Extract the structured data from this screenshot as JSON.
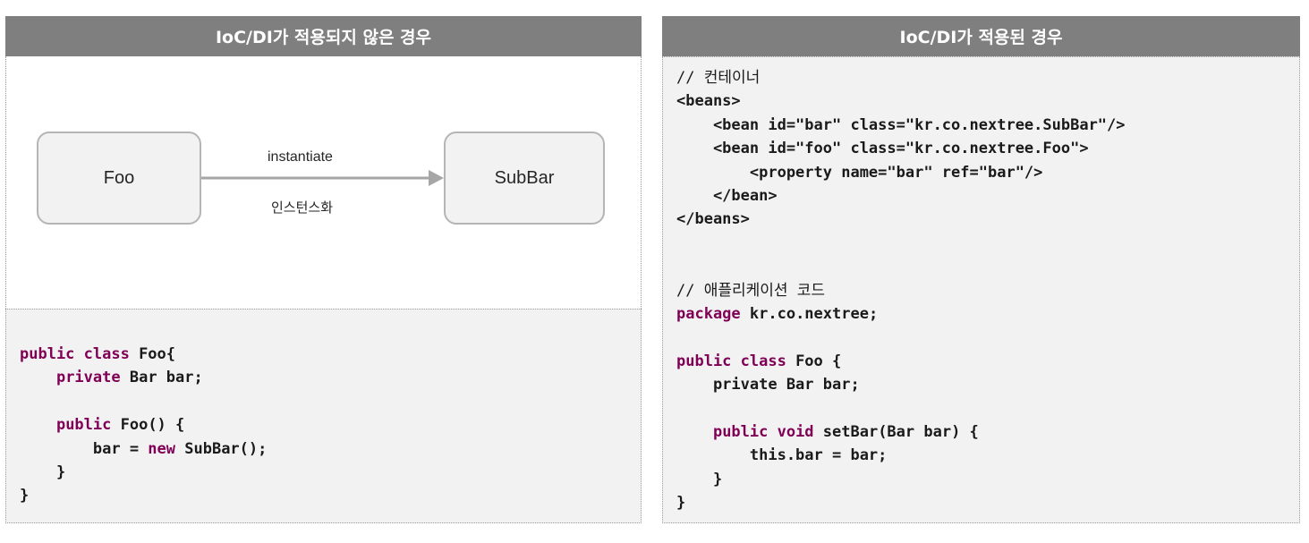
{
  "left_panel": {
    "title": "IoC/DI가 적용되지 않은 경우",
    "diagram": {
      "source_box": "Foo",
      "target_box": "SubBar",
      "arrow_label_top": "instantiate",
      "arrow_label_bottom": "인스턴스화"
    },
    "code_lines": [
      [
        "kw:public class ",
        "Foo{"
      ],
      [
        "    ",
        "kw:private ",
        "Bar bar;"
      ],
      [
        ""
      ],
      [
        "    ",
        "kw:public ",
        "Foo() {"
      ],
      [
        "        bar = ",
        "kw:new ",
        "SubBar();"
      ],
      [
        "    }"
      ],
      [
        "}"
      ]
    ]
  },
  "right_panel": {
    "title": "IoC/DI가 적용된 경우",
    "code_lines": [
      [
        "cm:// 컨테이너"
      ],
      [
        "<beans>"
      ],
      [
        "    <bean id=\"bar\" class=\"kr.co.nextree.SubBar\"/>"
      ],
      [
        "    <bean id=\"foo\" class=\"kr.co.nextree.Foo\">"
      ],
      [
        "        <property name=\"bar\" ref=\"bar\"/>"
      ],
      [
        "    </bean>"
      ],
      [
        "</beans>"
      ],
      [
        ""
      ],
      [
        ""
      ],
      [
        "cm:// 애플리케이션 코드"
      ],
      [
        "kw:package ",
        "kr.co.nextree;"
      ],
      [
        ""
      ],
      [
        "kw:public class ",
        "Foo {"
      ],
      [
        "    private Bar bar;"
      ],
      [
        ""
      ],
      [
        "    ",
        "kw:public void ",
        "setBar(Bar bar) {"
      ],
      [
        "        this.bar = bar;"
      ],
      [
        "    }"
      ],
      [
        "}"
      ]
    ]
  },
  "colors": {
    "header_bg": "#7f7f7f",
    "keyword": "#7f0055",
    "code_bg": "#f2f2f2",
    "arrow": "#a6a6a6"
  }
}
